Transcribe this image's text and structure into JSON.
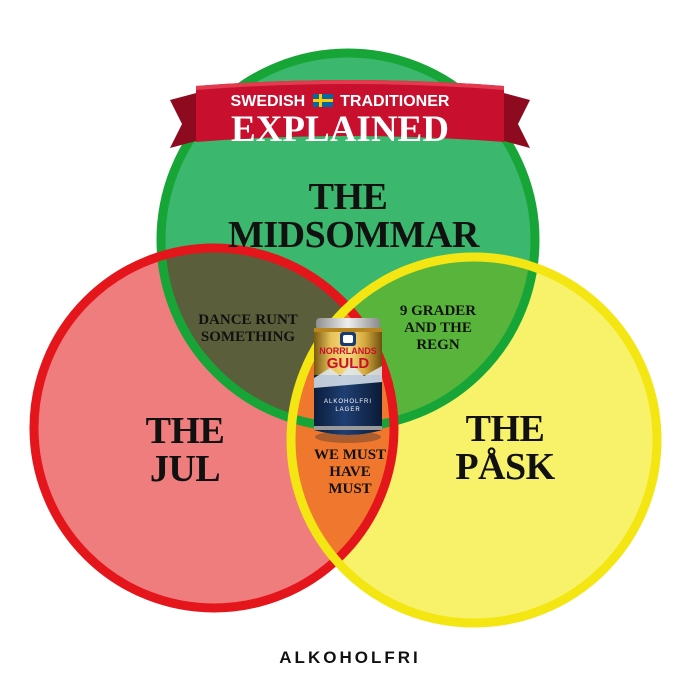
{
  "banner": {
    "line1_left": "SWEDISH",
    "line1_right": "TRADITIONER",
    "line2": "EXPLAINED",
    "flag_icon": "sweden-flag-icon",
    "ribbon_color": "#c8102e"
  },
  "circles": {
    "top": {
      "label_line1": "THE",
      "label_line2": "MIDSOMMAR",
      "color": "#3bb86e",
      "stroke": "#18a538"
    },
    "left": {
      "label_line1": "THE",
      "label_line2": "JUL",
      "color": "#f07d7d",
      "stroke": "#e4161b"
    },
    "right": {
      "label_line1": "THE",
      "label_line2": "PÅSK",
      "color": "#f7f26a",
      "stroke": "#f4e612"
    }
  },
  "overlaps": {
    "top_left": {
      "line1": "DANCE RUNT",
      "line2": "SOMETHING",
      "color": "#5a5e3a"
    },
    "top_right": {
      "line1": "9 GRADER",
      "line2": "AND THE",
      "line3": "REGN",
      "color": "#58b43a"
    },
    "left_right": {
      "line1": "WE MUST",
      "line2": "HAVE",
      "line3": "MUST",
      "color": "#f0782e"
    }
  },
  "center": {
    "can_brand_line1": "NORRLANDS",
    "can_brand_line2": "GULD",
    "can_sub1": "ALKOHOLFRI",
    "can_sub2": "LAGER"
  },
  "footer": {
    "text": "ALKOHOLFRI"
  }
}
